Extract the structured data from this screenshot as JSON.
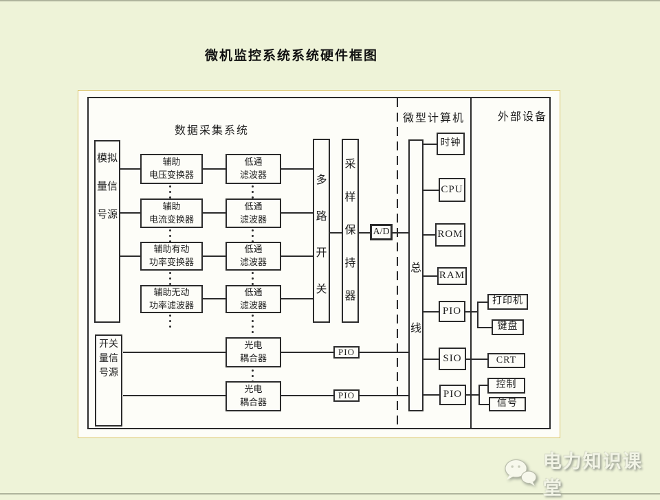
{
  "title": "微机监控系统系统硬件框图",
  "diagram": {
    "sections": {
      "data_acquisition": "数据采集系统",
      "microcomputer": "微型计算机",
      "external_devices": "外部设备"
    },
    "sources": {
      "analog": "模拟量信号源",
      "switch": "开关量信号源"
    },
    "transformers": [
      {
        "line1": "辅助",
        "line2": "电压变换器"
      },
      {
        "line1": "辅助",
        "line2": "电流变换器"
      },
      {
        "line1": "辅助有动",
        "line2": "功率变换器"
      },
      {
        "line1": "辅助无动",
        "line2": "功率滤波器"
      }
    ],
    "filters": [
      {
        "line1": "低通",
        "line2": "滤波器"
      },
      {
        "line1": "低通",
        "line2": "滤波器"
      },
      {
        "line1": "低通",
        "line2": "滤波器"
      },
      {
        "line1": "低通",
        "line2": "滤波器"
      }
    ],
    "mux": "多路开关",
    "sample_hold": "采样保持器",
    "adc": "A/D",
    "bus": "总线",
    "mc_units": [
      "时钟",
      "CPU",
      "ROM",
      "RAM",
      "PIO",
      "SIO",
      "PIO"
    ],
    "ext_devices": [
      "打印机",
      "键盘",
      "CRT",
      "控制",
      "信号"
    ],
    "couplers": [
      {
        "line1": "光电",
        "line2": "耦合器"
      },
      {
        "line1": "光电",
        "line2": "耦合器"
      }
    ],
    "inline_pio": [
      "PIO",
      "PIO"
    ]
  },
  "watermark": {
    "label": "电力知识课堂",
    "logo_icon": "wechat-bubbles-icon"
  },
  "colors": {
    "page_bg": "#eef3d8",
    "paper_bg": "#fdfdf8",
    "gold_border": "#d9c468",
    "line": "#2b2b2b",
    "watermark_text": "#f2f4e6"
  }
}
